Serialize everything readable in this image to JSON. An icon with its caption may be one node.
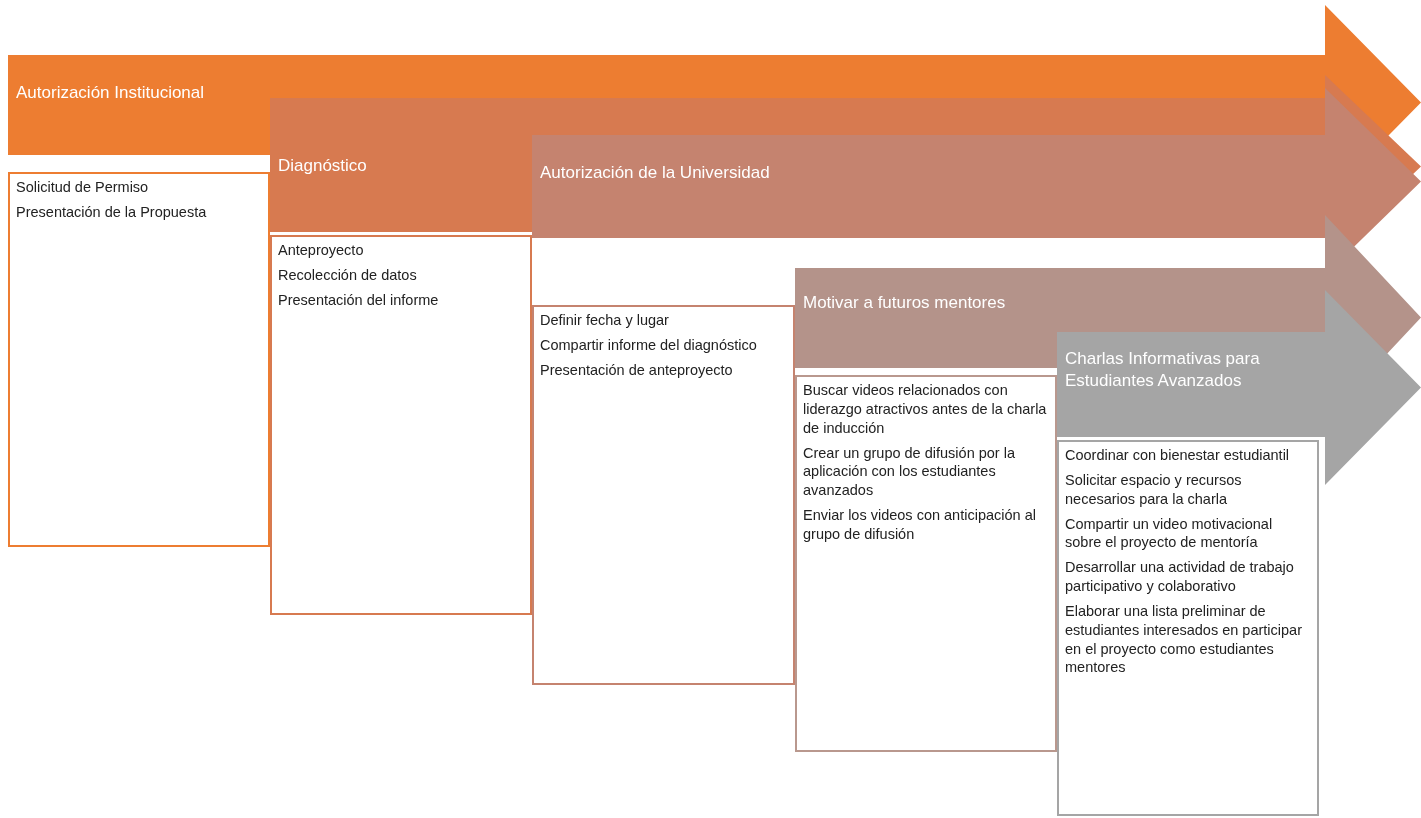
{
  "diagram": {
    "nodes": [
      {
        "text": [
          "Autorización Institucional"
        ]
      },
      {
        "text": [
          "Solicitud de Permiso",
          "Presentación de la Propuesta"
        ]
      },
      {
        "text": [
          "Diagnóstico"
        ]
      },
      {
        "text": [
          "Anteproyecto",
          "Recolección de datos",
          "Presentación del informe"
        ]
      },
      {
        "text": [
          "Autorización de la Universidad"
        ]
      },
      {
        "text": [
          "Definir fecha y lugar",
          "Compartir informe del diagnóstico",
          "Presentación de anteproyecto"
        ]
      },
      {
        "text": [
          "Motivar a futuros mentores"
        ]
      },
      {
        "text": [
          "Buscar videos relacionados con liderazgo atractivos antes de la charla de inducción",
          "Crear un grupo de difusión por la aplicación con los estudiantes avanzados",
          "Enviar los videos con anticipación al grupo de difusión"
        ]
      },
      {
        "text": [
          "Charlas Informativas para Estudiantes Avanzados"
        ]
      },
      {
        "text": [
          "Coordinar con bienestar estudiantil",
          "Solicitar espacio y recursos necesarios para la charla",
          "Compartir un video motivacional sobre el proyecto de mentoría",
          "Desarrollar una actividad de trabajo participativo y colaborativo",
          "Elaborar una lista preliminar de estudiantes interesados en participar en el proyecto como estudiantes mentores"
        ]
      }
    ]
  }
}
